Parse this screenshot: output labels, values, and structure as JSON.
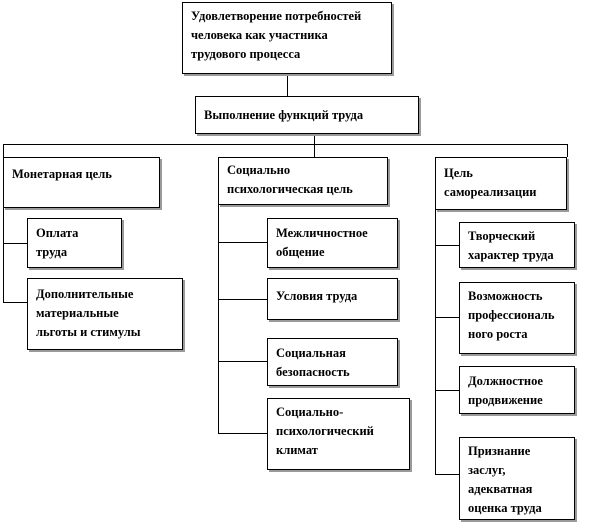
{
  "root": "Удовлетворение потребностей\nчеловека как участника\nтрудового процесса",
  "middle": "Выполнение функций труда",
  "columns": [
    {
      "title": "Монетарная цель",
      "items": [
        "Оплата\nтруда",
        "Дополнительные\nматериальные\nльготы и стимулы"
      ]
    },
    {
      "title": "Социально\nпсихологическая цель",
      "items": [
        "Межличностное\nобщение",
        "Условия труда",
        "Социальная\nбезопасность",
        "Социально-\nпсихологический\nклимат"
      ]
    },
    {
      "title": "Цель\nсамореализации",
      "items": [
        "Творческий\nхарактер труда",
        "Возможность\nпрофессиональ\nного роста",
        "Должностное\nпродвижение",
        "Признание\nзаслуг,\nадекватная\nоценка труда"
      ]
    }
  ]
}
